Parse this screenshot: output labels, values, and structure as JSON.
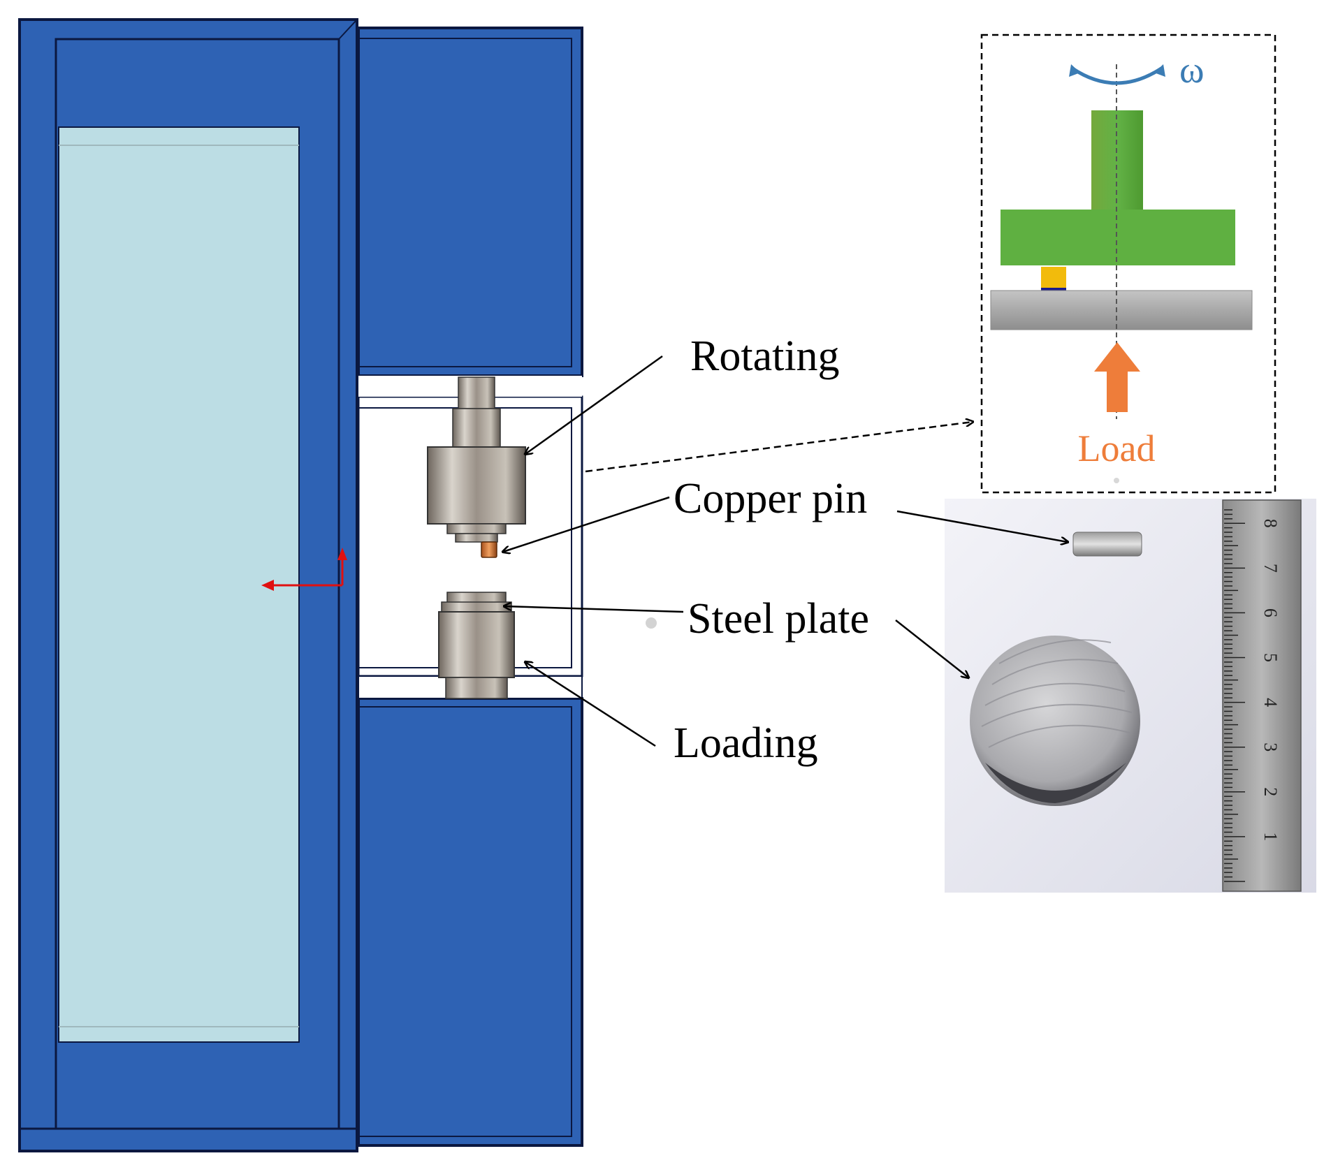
{
  "labels": {
    "rotating": "Rotating",
    "copper_pin": "Copper pin",
    "steel_plate": "Steel plate",
    "loading": "Loading"
  },
  "inset": {
    "omega": "ω",
    "load": "Load"
  },
  "ruler_numbers": [
    "1",
    "2",
    "3",
    "4",
    "5",
    "6",
    "7",
    "8"
  ],
  "colors": {
    "machine_blue": "#2e62b4",
    "machine_outline": "#0b1840",
    "window_glass": "#bcdde4",
    "inset_green": "#5fb041",
    "inset_pin": "#f2bb0c",
    "inset_plate": "#a8a8a8",
    "load_orange": "#ee7d3a",
    "omega_blue": "#3b7cb4",
    "axis_red": "#e01010"
  }
}
